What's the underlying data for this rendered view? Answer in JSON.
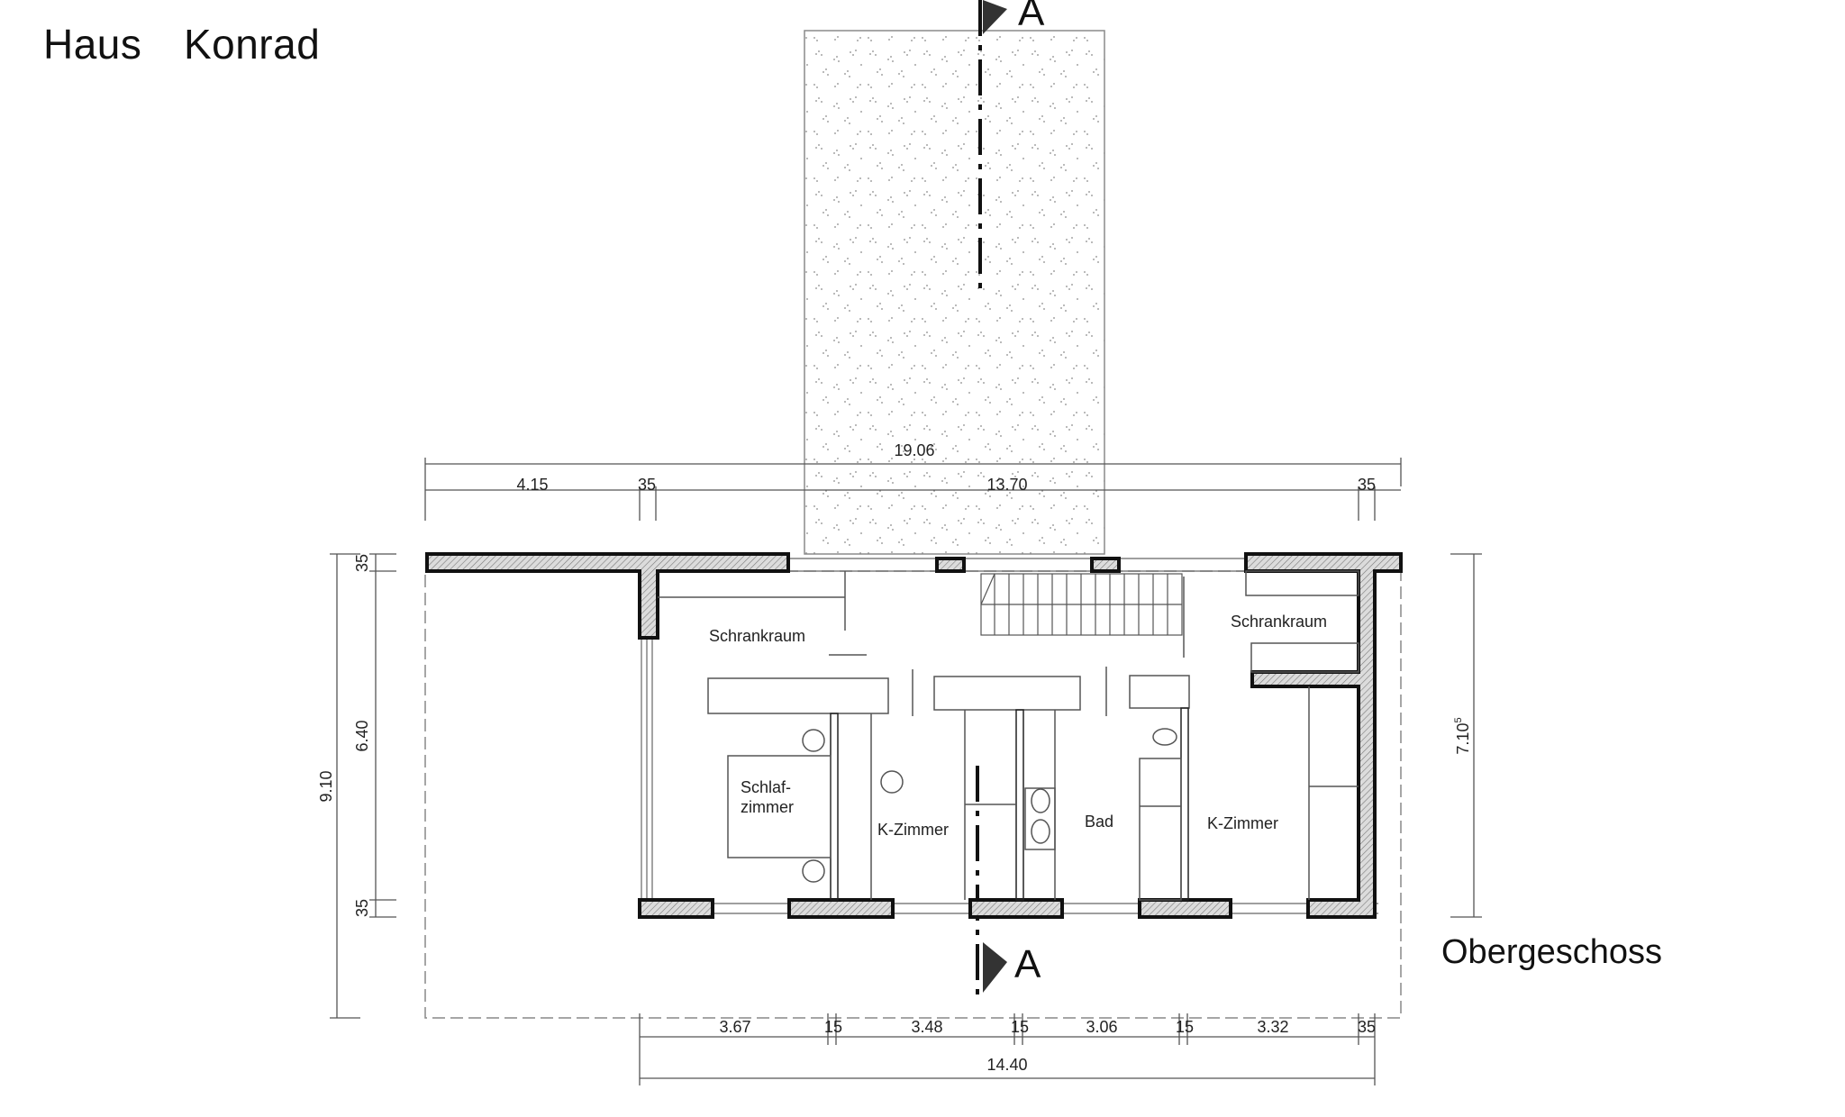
{
  "title": "Haus  Konrad",
  "floor_label": "Obergeschoss",
  "section_marker": {
    "label_top": "A",
    "label_bottom": "A"
  },
  "rooms": {
    "schrankraum_left": "Schrankraum",
    "schrankraum_right": "Schrankraum",
    "schlafzimmer_line1": "Schlaf-",
    "schlafzimmer_line2": "zimmer",
    "kzimmer_left": "K-Zimmer",
    "bad": "Bad",
    "kzimmer_right": "K-Zimmer"
  },
  "dimensions": {
    "top_overall": "19.06",
    "top_segments": [
      "4.15",
      "35",
      "13.70",
      "35"
    ],
    "left_overall": "9.10",
    "left_segments": [
      "35",
      "6.40",
      "35"
    ],
    "right_overall_main": "7.10",
    "right_overall_sup": "5",
    "bottom_segments": [
      "3.67",
      "15",
      "3.48",
      "15",
      "3.06",
      "15",
      "3.32",
      "35"
    ],
    "bottom_overall": "14.40"
  },
  "colors": {
    "wall_fill": "#d4d4d4",
    "wall_stroke": "#111111",
    "line": "#555555",
    "stone_dot": "#8a8a8a"
  }
}
